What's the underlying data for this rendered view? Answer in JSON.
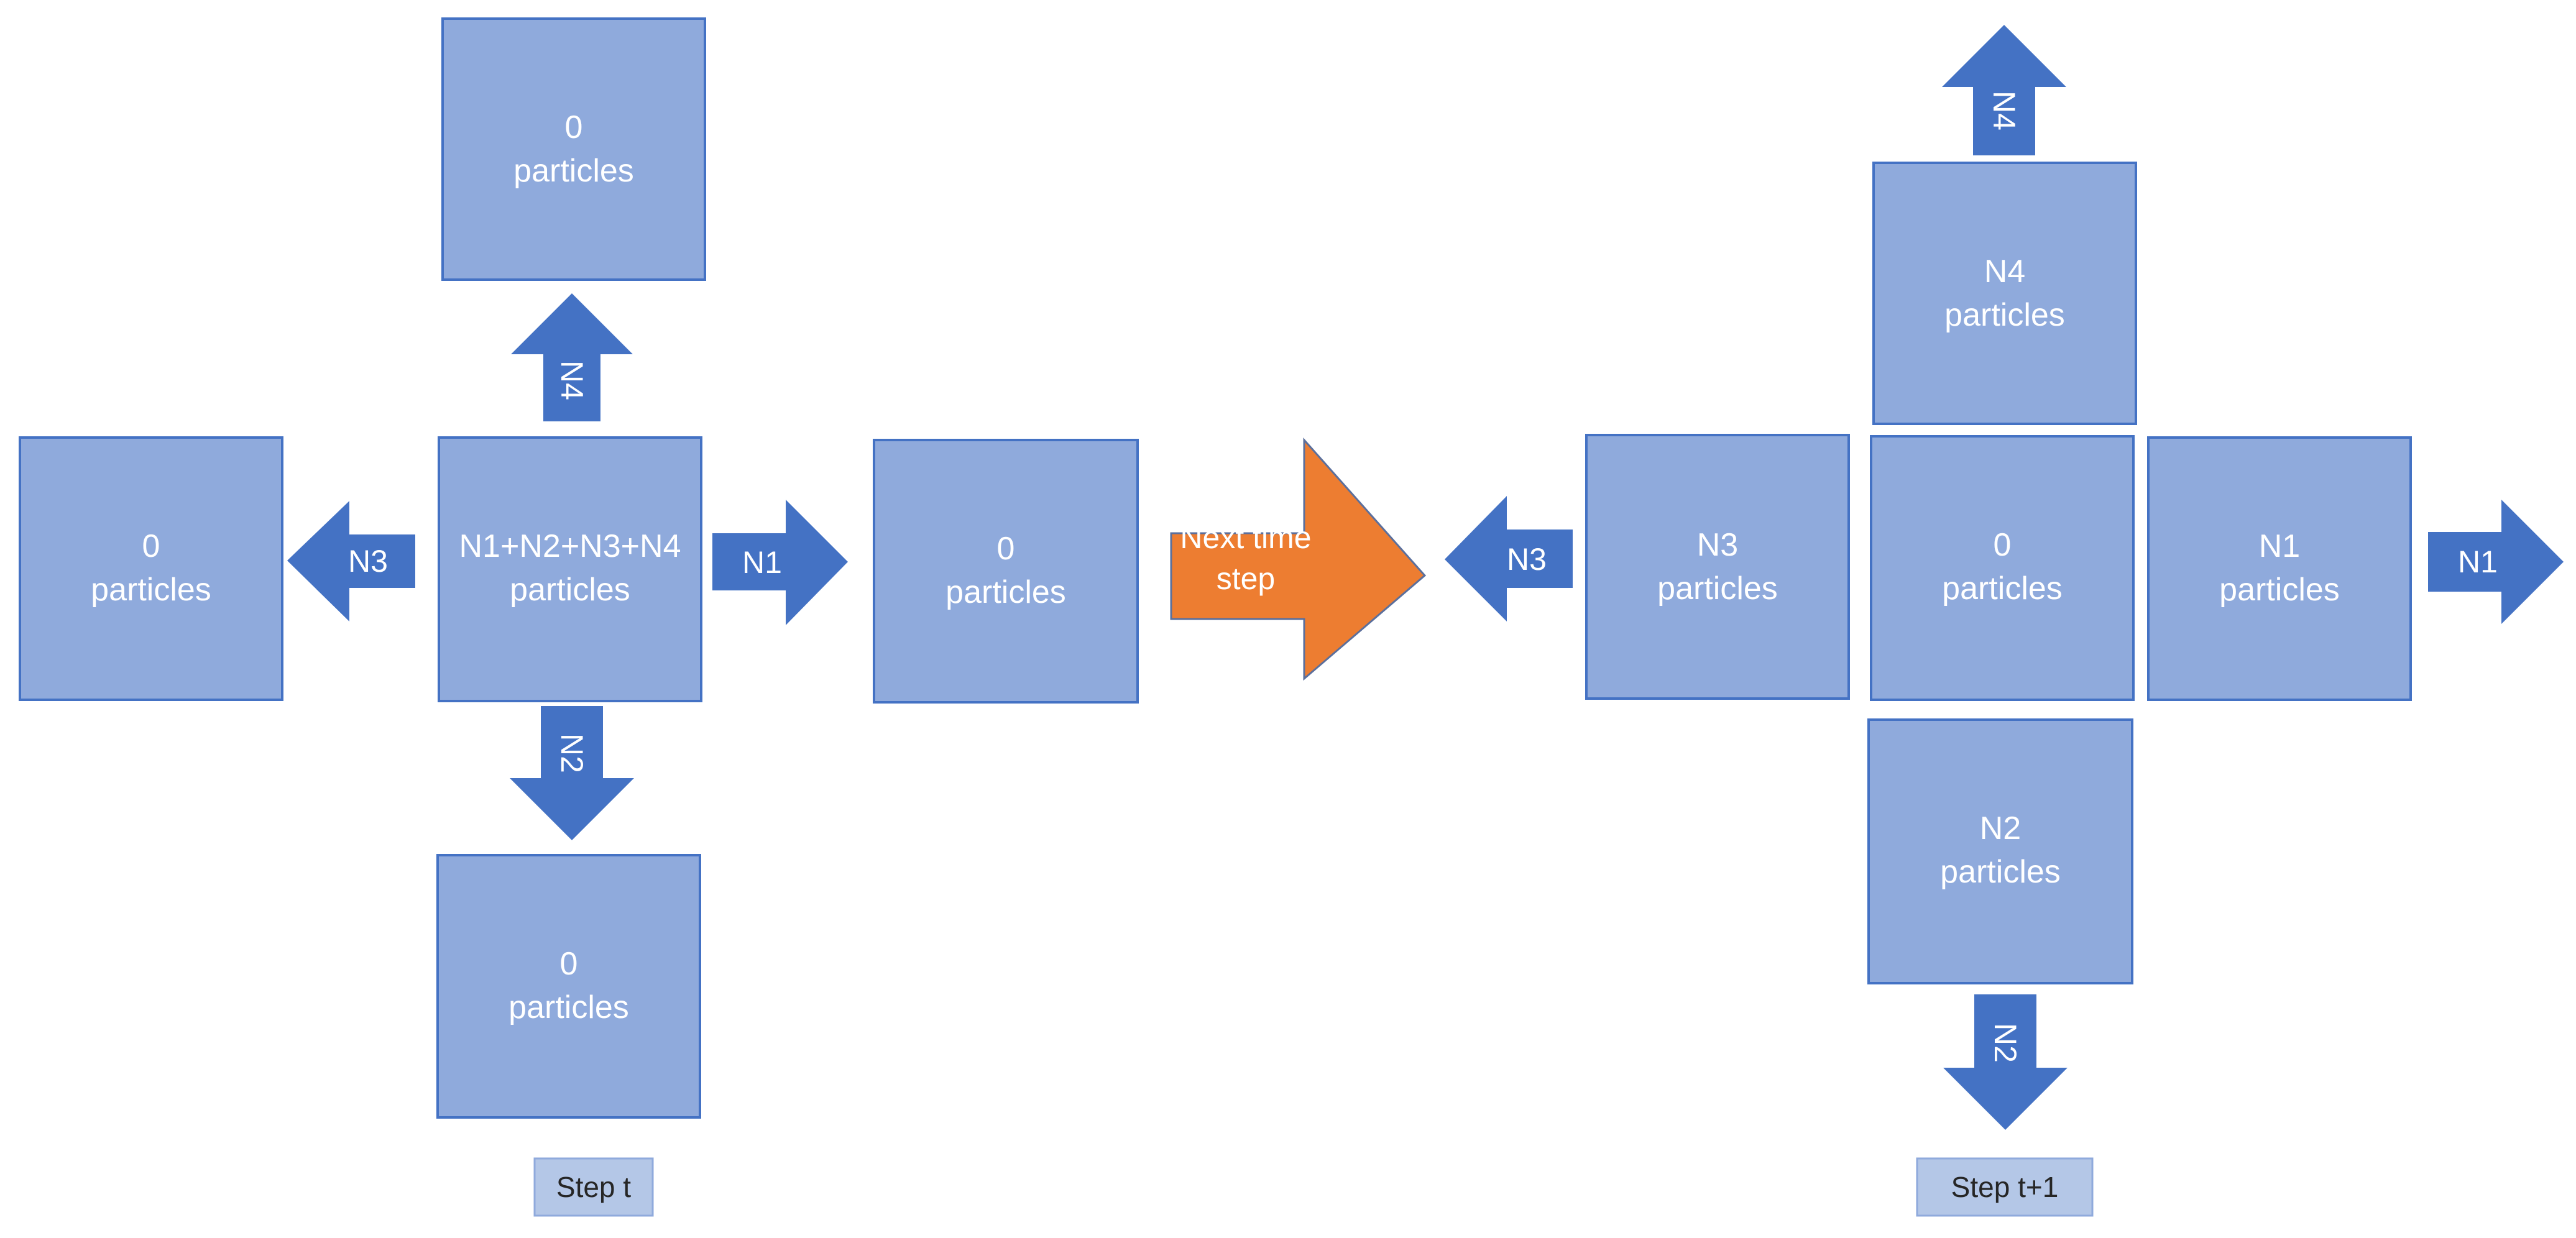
{
  "colors": {
    "cell_fill": "#8faadc",
    "cell_border": "#4472c4",
    "arrow_fill": "#4472c4",
    "transition_arrow_fill": "#ed7d31",
    "label_box_fill": "#b4c7e7"
  },
  "step_t": {
    "label": "Step t",
    "cells": {
      "top": {
        "line1": "0",
        "line2": "particles"
      },
      "left": {
        "line1": "0",
        "line2": "particles"
      },
      "center": {
        "line1": "N1+N2+N3+N4",
        "line2": "particles"
      },
      "right": {
        "line1": "0",
        "line2": "particles"
      },
      "bottom": {
        "line1": "0",
        "line2": "particles"
      }
    },
    "arrows": {
      "up": "N4",
      "left": "N3",
      "right": "N1",
      "down": "N2"
    }
  },
  "transition": {
    "line1": "Next time",
    "line2": "step"
  },
  "step_t1": {
    "label": "Step t+1",
    "cells": {
      "top": {
        "line1": "N4",
        "line2": "particles"
      },
      "left": {
        "line1": "N3",
        "line2": "particles"
      },
      "center": {
        "line1": "0",
        "line2": "particles"
      },
      "right": {
        "line1": "N1",
        "line2": "particles"
      },
      "bottom": {
        "line1": "N2",
        "line2": "particles"
      }
    },
    "arrows": {
      "up": "N4",
      "left": "N3",
      "right": "N1",
      "down": "N2"
    }
  }
}
